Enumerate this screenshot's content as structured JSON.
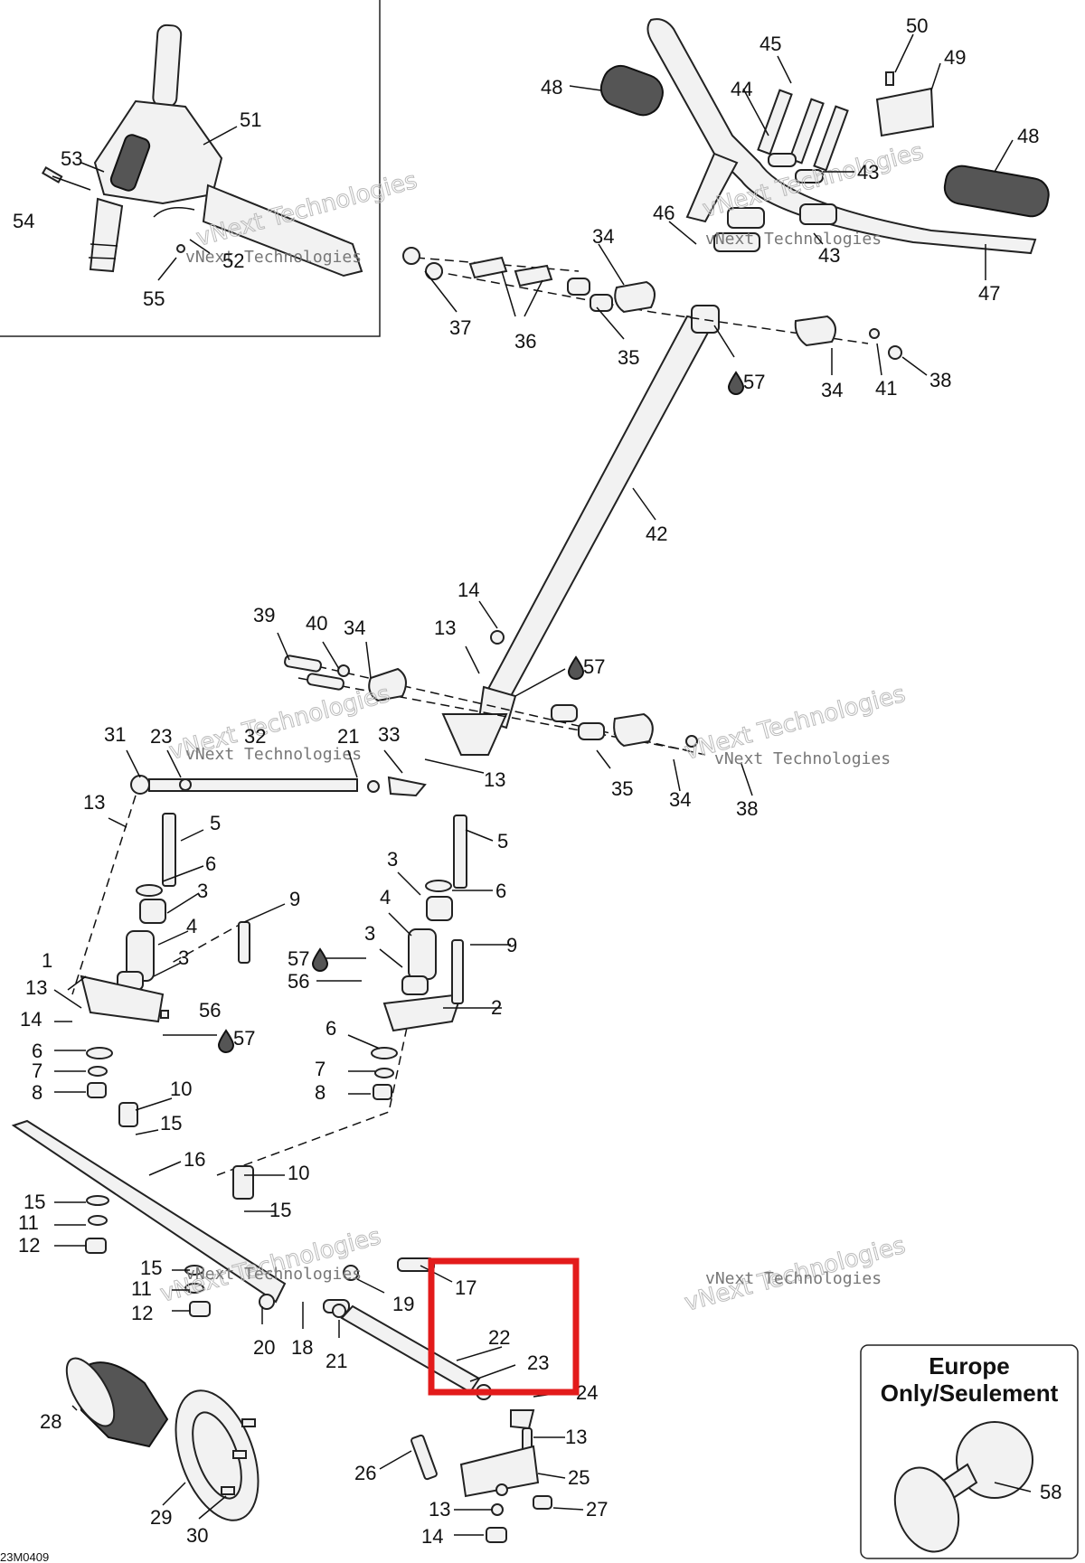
{
  "diagram": {
    "code": "23M0409",
    "watermark_line1": "vNext Technologies",
    "watermark_line2": "Technologies",
    "europe_label_line1": "Europe",
    "europe_label_line2": "Only/Seulement",
    "lube_symbol": "💧"
  },
  "callouts": [
    {
      "id": "c51",
      "text": "51"
    },
    {
      "id": "c53",
      "text": "53"
    },
    {
      "id": "c54",
      "text": "54"
    },
    {
      "id": "c52",
      "text": "52"
    },
    {
      "id": "c55",
      "text": "55"
    },
    {
      "id": "c50",
      "text": "50"
    },
    {
      "id": "c49",
      "text": "49"
    },
    {
      "id": "c45",
      "text": "45"
    },
    {
      "id": "c48a",
      "text": "48"
    },
    {
      "id": "c44",
      "text": "44"
    },
    {
      "id": "c48b",
      "text": "48"
    },
    {
      "id": "c43a",
      "text": "43"
    },
    {
      "id": "c43b",
      "text": "43"
    },
    {
      "id": "c46",
      "text": "46"
    },
    {
      "id": "c34a",
      "text": "34"
    },
    {
      "id": "c47",
      "text": "47"
    },
    {
      "id": "c37",
      "text": "37"
    },
    {
      "id": "c36",
      "text": "36"
    },
    {
      "id": "c35a",
      "text": "35"
    },
    {
      "id": "c57a",
      "text": "57"
    },
    {
      "id": "c34b",
      "text": "34"
    },
    {
      "id": "c41",
      "text": "41"
    },
    {
      "id": "c38a",
      "text": "38"
    },
    {
      "id": "c42",
      "text": "42"
    },
    {
      "id": "c14a",
      "text": "14"
    },
    {
      "id": "c39",
      "text": "39"
    },
    {
      "id": "c40",
      "text": "40"
    },
    {
      "id": "c34c",
      "text": "34"
    },
    {
      "id": "c13a",
      "text": "13"
    },
    {
      "id": "c57b",
      "text": "57"
    },
    {
      "id": "c31",
      "text": "31"
    },
    {
      "id": "c23a",
      "text": "23"
    },
    {
      "id": "c32",
      "text": "32"
    },
    {
      "id": "c21a",
      "text": "21"
    },
    {
      "id": "c33",
      "text": "33"
    },
    {
      "id": "c13b",
      "text": "13"
    },
    {
      "id": "c35b",
      "text": "35"
    },
    {
      "id": "c34d",
      "text": "34"
    },
    {
      "id": "c38b",
      "text": "38"
    },
    {
      "id": "c13c",
      "text": "13"
    },
    {
      "id": "c5a",
      "text": "5"
    },
    {
      "id": "c6a",
      "text": "6"
    },
    {
      "id": "c3a",
      "text": "3"
    },
    {
      "id": "c4a",
      "text": "4"
    },
    {
      "id": "c3b",
      "text": "3"
    },
    {
      "id": "c9a",
      "text": "9"
    },
    {
      "id": "c5b",
      "text": "5"
    },
    {
      "id": "c3c",
      "text": "3"
    },
    {
      "id": "c6b",
      "text": "6"
    },
    {
      "id": "c4b",
      "text": "4"
    },
    {
      "id": "c3d",
      "text": "3"
    },
    {
      "id": "c9b",
      "text": "9"
    },
    {
      "id": "c57c",
      "text": "57"
    },
    {
      "id": "c56a",
      "text": "56"
    },
    {
      "id": "c1",
      "text": "1"
    },
    {
      "id": "c13d",
      "text": "13"
    },
    {
      "id": "c14b",
      "text": "14"
    },
    {
      "id": "c56b",
      "text": "56"
    },
    {
      "id": "c57d",
      "text": "57"
    },
    {
      "id": "c2",
      "text": "2"
    },
    {
      "id": "c6c",
      "text": "6"
    },
    {
      "id": "c6d",
      "text": "6"
    },
    {
      "id": "c7a",
      "text": "7"
    },
    {
      "id": "c7b",
      "text": "7"
    },
    {
      "id": "c8a",
      "text": "8"
    },
    {
      "id": "c8b",
      "text": "8"
    },
    {
      "id": "c10a",
      "text": "10"
    },
    {
      "id": "c15a",
      "text": "15"
    },
    {
      "id": "c16",
      "text": "16"
    },
    {
      "id": "c10b",
      "text": "10"
    },
    {
      "id": "c15b",
      "text": "15"
    },
    {
      "id": "c15c",
      "text": "15"
    },
    {
      "id": "c11a",
      "text": "11"
    },
    {
      "id": "c12a",
      "text": "12"
    },
    {
      "id": "c15d",
      "text": "15"
    },
    {
      "id": "c11b",
      "text": "11"
    },
    {
      "id": "c12b",
      "text": "12"
    },
    {
      "id": "c17",
      "text": "17"
    },
    {
      "id": "c19",
      "text": "19"
    },
    {
      "id": "c20",
      "text": "20"
    },
    {
      "id": "c18",
      "text": "18"
    },
    {
      "id": "c21b",
      "text": "21"
    },
    {
      "id": "c22",
      "text": "22"
    },
    {
      "id": "c23b",
      "text": "23"
    },
    {
      "id": "c24",
      "text": "24"
    },
    {
      "id": "c28",
      "text": "28"
    },
    {
      "id": "c13e",
      "text": "13"
    },
    {
      "id": "c26",
      "text": "26"
    },
    {
      "id": "c25",
      "text": "25"
    },
    {
      "id": "c29",
      "text": "29"
    },
    {
      "id": "c13f",
      "text": "13"
    },
    {
      "id": "c27",
      "text": "27"
    },
    {
      "id": "c30",
      "text": "30"
    },
    {
      "id": "c14c",
      "text": "14"
    },
    {
      "id": "c58",
      "text": "58"
    }
  ]
}
